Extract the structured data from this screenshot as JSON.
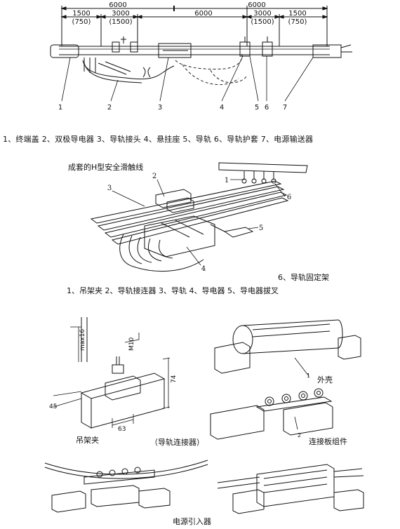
{
  "top": {
    "dims_top": [
      "6000",
      "6000"
    ],
    "dims_mid": [
      "1500",
      "3000",
      "6000",
      "3000",
      "1500"
    ],
    "dims_sub": [
      "(750)",
      "(1500)",
      "(1500)",
      "(750)"
    ],
    "callouts": [
      "1",
      "2",
      "3",
      "4",
      "5",
      "6",
      "7"
    ],
    "caption": "1、终端盖   2、双极导电器   3、导轨接头   4、悬挂座   5、导轨   6、导轨护套   7、电源输送器"
  },
  "middle": {
    "title": "成套的H型安全滑触线",
    "callouts": [
      "1",
      "2",
      "3",
      "4",
      "5",
      "6"
    ],
    "caption_fix": "6、导轨固定架",
    "caption": "1、吊架夹  2、导轨接连器  3、导轨  4、导电器  5、导电器拔叉"
  },
  "bottom": {
    "dims": [
      "max16",
      "M10",
      "74",
      "45",
      "63"
    ],
    "label_hanger": "吊架夹",
    "label_connector": "（导轨连接器）",
    "callout_1": "1",
    "label_shell": "外壳",
    "callout_2": "2",
    "label_plate": "连接板组件",
    "label_feeder": "电源引入器"
  },
  "colors": {
    "ink": "#111111",
    "dash": "#222222",
    "background": "#ffffff"
  }
}
